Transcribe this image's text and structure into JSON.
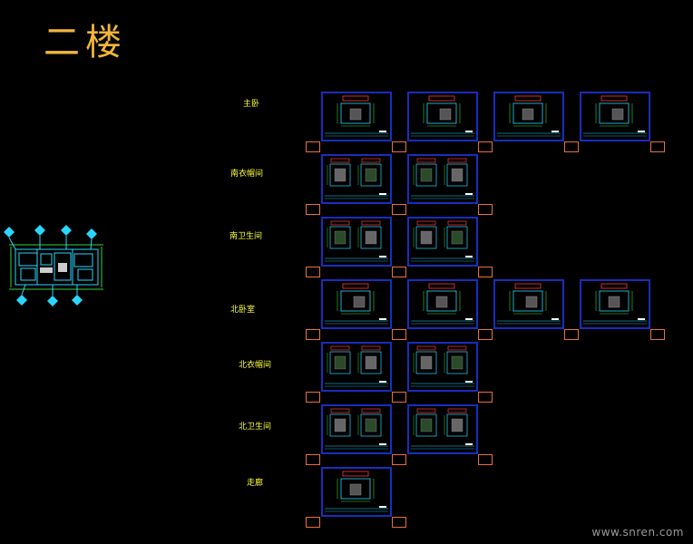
{
  "title": "二楼",
  "rows": [
    {
      "label": "主卧",
      "sheets": 4
    },
    {
      "label": "南衣帽间",
      "sheets": 2
    },
    {
      "label": "南卫生间",
      "sheets": 2
    },
    {
      "label": "北卧室",
      "sheets": 4
    },
    {
      "label": "北衣帽间",
      "sheets": 2
    },
    {
      "label": "北卫生间",
      "sheets": 2
    },
    {
      "label": "走廊",
      "sheets": 1
    }
  ],
  "watermark": "www.snren.com",
  "colors": {
    "background": "#000000",
    "title": "#f2b63c",
    "label": "#ffff3a",
    "sheet_border": "#1a2dbf",
    "tag_border": "#e8703c",
    "drawing_cyan": "#2ad6ff",
    "drawing_green": "#3cd23c",
    "drawing_red": "#ff3a3a"
  }
}
